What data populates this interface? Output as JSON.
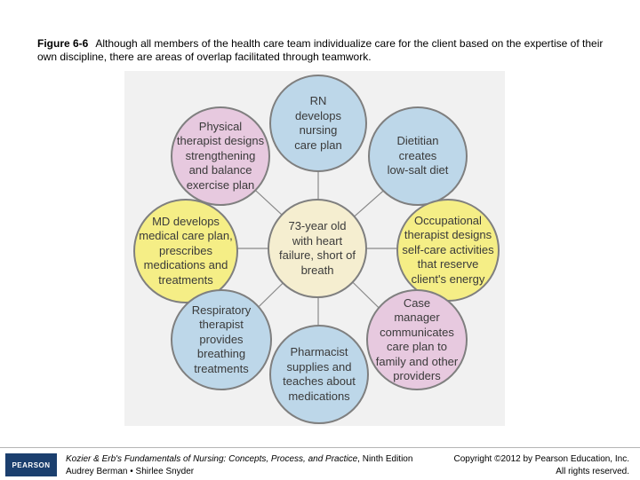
{
  "caption": {
    "figure_label": "Figure 6-6",
    "text": "Although all members of the health care team individualize care for the client based on the expertise of their own discipline, there are areas of overlap facilitated through teamwork."
  },
  "diagram": {
    "center": "73-year old\nwith heart\nfailure, short of\nbreath",
    "nodes": [
      {
        "id": "rn",
        "text": "RN\ndevelops\nnursing\ncare plan",
        "color": "#bdd7e9"
      },
      {
        "id": "physical-therapist",
        "text": "Physical\ntherapist designs\nstrengthening\nand balance\nexercise plan",
        "color": "#e7c9df"
      },
      {
        "id": "dietitian",
        "text": "Dietitian\ncreates\nlow-salt diet",
        "color": "#bdd7e9"
      },
      {
        "id": "md",
        "text": "MD develops\nmedical care plan,\nprescribes\nmedications and\ntreatments",
        "color": "#f5ee86"
      },
      {
        "id": "occupational-therapist",
        "text": "Occupational\ntherapist designs\nself-care activities\nthat reserve\nclient's energy",
        "color": "#f5ee86"
      },
      {
        "id": "respiratory-therapist",
        "text": "Respiratory\ntherapist\nprovides\nbreathing\ntreatments",
        "color": "#bdd7e9"
      },
      {
        "id": "case-manager",
        "text": "Case\nmanager\ncommunicates\ncare plan to\nfamily and other\nproviders",
        "color": "#e7c9df"
      },
      {
        "id": "pharmacist",
        "text": "Pharmacist\nsupplies and\nteaches about\nmedications",
        "color": "#bdd7e9"
      }
    ]
  },
  "footer": {
    "logo": "PEARSON",
    "book_title": "Kozier & Erb's Fundamentals of Nursing: Concepts, Process, and Practice",
    "edition": ", Ninth Edition",
    "authors": "Audrey Berman • Shirlee Snyder",
    "copyright": "Copyright ©2012 by Pearson Education, Inc.",
    "rights": "All rights reserved."
  }
}
